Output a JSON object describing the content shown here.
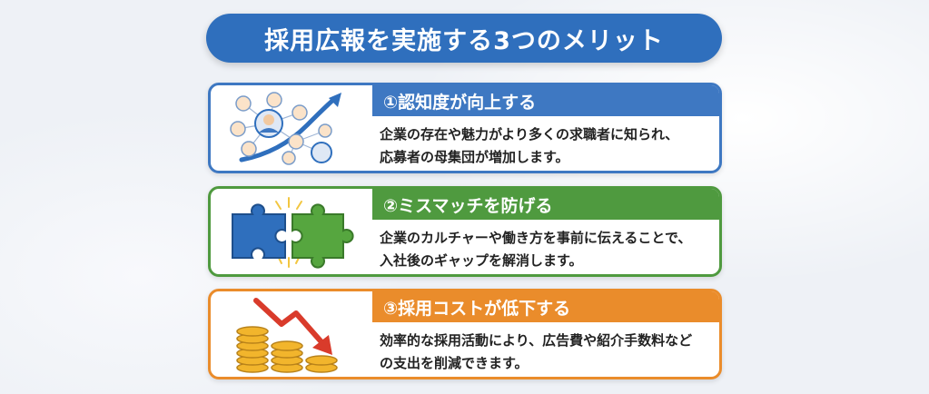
{
  "title": "採用広報を実施する3つのメリット",
  "colors": {
    "title_bg": "#2f6fbd",
    "card1": "#3e78c2",
    "card2": "#4f9a3f",
    "card3": "#ea8c2b"
  },
  "cards": [
    {
      "heading": "①認知度が向上する",
      "lines": [
        "企業の存在や魅力がより多くの求職者に知られ、",
        "応募者の母集団が増加します。"
      ],
      "icon": "people-network-arrow-up-icon"
    },
    {
      "heading": "②ミスマッチを防げる",
      "lines": [
        "企業のカルチャーや働き方を事前に伝えることで、",
        "入社後のギャップを解消します。"
      ],
      "icon": "puzzle-pieces-icon"
    },
    {
      "heading": "③採用コストが低下する",
      "lines": [
        "効率的な採用活動により、広告費や紹介手数料など",
        "の支出を削減できます。"
      ],
      "icon": "coins-arrow-down-icon"
    }
  ]
}
